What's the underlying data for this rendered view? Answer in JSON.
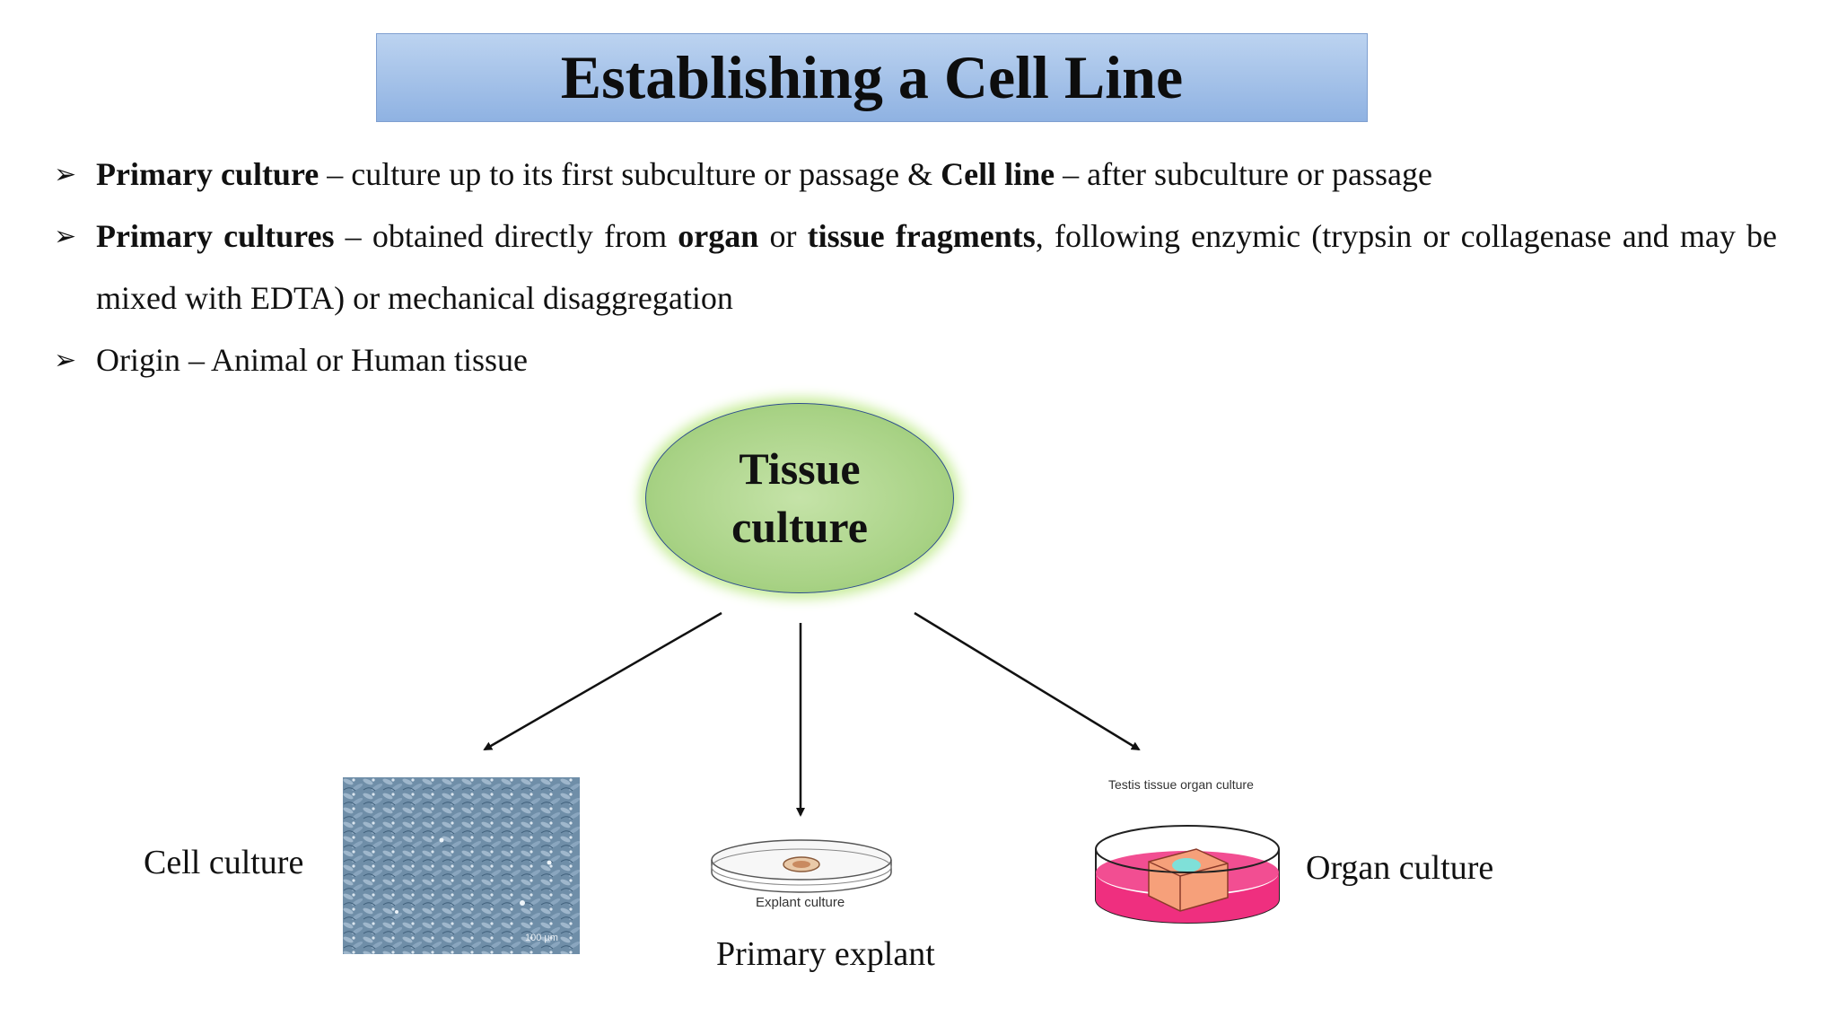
{
  "title": "Establishing a Cell Line",
  "bullets": [
    {
      "b1": "Primary culture",
      "t1": " – culture up to its first subculture or passage & ",
      "b2": "Cell line",
      "t2": " – after subculture or passage"
    },
    {
      "b1": "Primary cultures",
      "t1": " – obtained directly from ",
      "b2": "organ",
      "t2": " or ",
      "b3": "tissue fragments",
      "t3": ", following enzymic (trypsin or collagenase and may be mixed with EDTA) or mechanical disaggregation"
    },
    {
      "t1": "Origin – Animal or Human tissue"
    }
  ],
  "diagram": {
    "center_line1": "Tissue",
    "center_line2": "culture",
    "left_label": "Cell culture",
    "middle_label": "Primary explant",
    "right_label": "Organ culture",
    "explant_caption": "Explant culture",
    "organ_caption": "Testis tissue organ culture",
    "scale_text": "100 µm"
  },
  "colors": {
    "title_bg": "#9dbbe6",
    "ellipse_fill": "#a8d285",
    "dish_medium": "#ef2f7f",
    "tissue_block": "#f6a07a"
  }
}
